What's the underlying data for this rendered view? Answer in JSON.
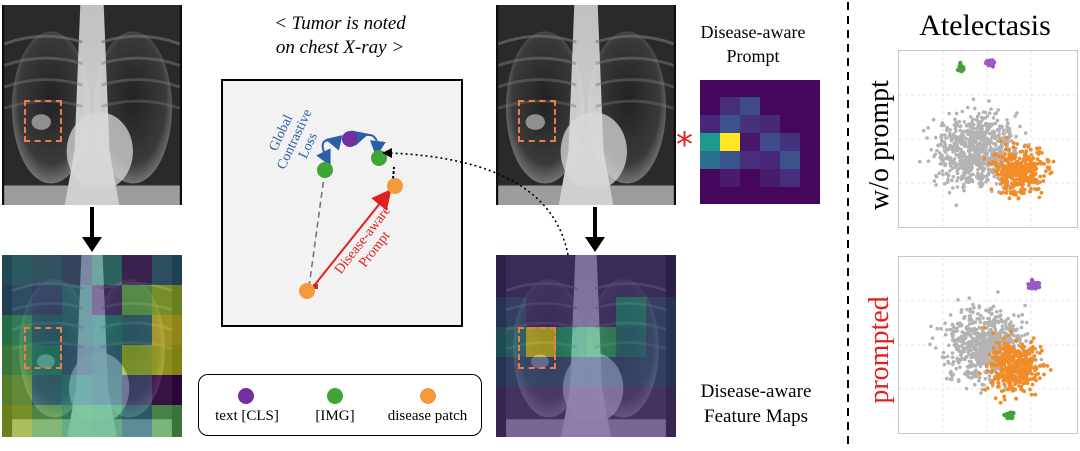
{
  "caption": {
    "line1": "< Tumor is noted",
    "line2": "on chest X-ray >"
  },
  "diagram": {
    "loss_line1": "Global",
    "loss_line2": "Contrastive",
    "loss_line3": "Loss",
    "prompt_line1": "Disease-aware",
    "prompt_line2": "Prompt"
  },
  "prompt_panel": {
    "title_line1": "Disease-aware",
    "title_line2": "Prompt",
    "marker": "*"
  },
  "feature_maps": {
    "line1": "Disease-aware",
    "line2": "Feature Maps"
  },
  "legend": {
    "items": [
      {
        "label": "text [CLS]",
        "color": "#7030a0"
      },
      {
        "label": "[IMG]",
        "color": "#3fa535"
      },
      {
        "label": "disease patch",
        "color": "#f39a3a"
      }
    ]
  },
  "tsne": {
    "title": "Atelectasis",
    "row1_label": "w/o prompt",
    "row2_label": "prompted",
    "colors": {
      "background": "#b3b3b3",
      "disease": "#f28c28",
      "img": "#3fa535",
      "text": "#9b59c8"
    }
  }
}
